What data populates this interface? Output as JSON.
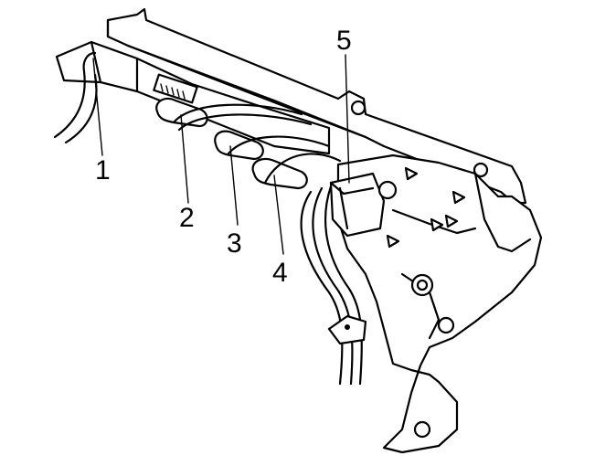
{
  "diagram": {
    "callouts": [
      {
        "id": "1",
        "label": "1"
      },
      {
        "id": "2",
        "label": "2"
      },
      {
        "id": "3",
        "label": "3"
      },
      {
        "id": "4",
        "label": "4"
      },
      {
        "id": "5",
        "label": "5"
      }
    ]
  }
}
